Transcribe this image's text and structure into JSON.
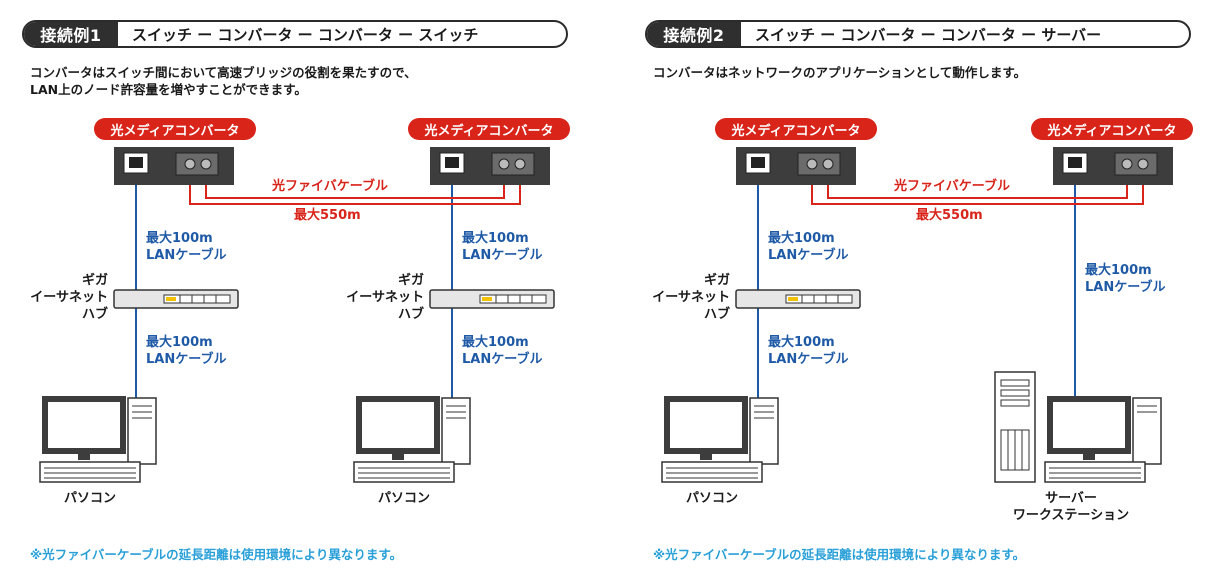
{
  "examples": [
    {
      "header_label": "接続例1",
      "header_title": "スイッチ ー コンバータ ー コンバータ ー スイッチ",
      "description": [
        "コンバータはスイッチ間において高速ブリッジの役割を果たすので、",
        "LAN上のノード許容量を増やすことができます。"
      ],
      "converter_left": "光メディアコンバータ",
      "converter_right": "光メディアコンバータ",
      "fiber_label": "光ファイバケーブル",
      "fiber_distance": "最大550m",
      "lan_left_upper": [
        "最大100m",
        "LANケーブル"
      ],
      "lan_left_lower": [
        "最大100m",
        "LANケーブル"
      ],
      "lan_right_upper": [
        "最大100m",
        "LANケーブル"
      ],
      "lan_right_lower": [
        "最大100m",
        "LANケーブル"
      ],
      "hub_left": [
        "ギガ",
        "イーサネット",
        "ハブ"
      ],
      "hub_right": [
        "ギガ",
        "イーサネット",
        "ハブ"
      ],
      "pc_left": "パソコン",
      "pc_right": "パソコン",
      "note": "※光ファイバーケーブルの延長距離は使用環境により異なります。"
    },
    {
      "header_label": "接続例2",
      "header_title": "スイッチ ー コンバータ ー コンバータ ー サーバー",
      "description": [
        "コンバータはネットワークのアプリケーションとして動作します。"
      ],
      "converter_left": "光メディアコンバータ",
      "converter_right": "光メディアコンバータ",
      "fiber_label": "光ファイバケーブル",
      "fiber_distance": "最大550m",
      "lan_left_upper": [
        "最大100m",
        "LANケーブル"
      ],
      "lan_left_lower": [
        "最大100m",
        "LANケーブル"
      ],
      "lan_right": [
        "最大100m",
        "LANケーブル"
      ],
      "hub_left": [
        "ギガ",
        "イーサネット",
        "ハブ"
      ],
      "pc_left": "パソコン",
      "server": [
        "サーバー",
        "ワークステーション"
      ],
      "note": "※光ファイバーケーブルの延長距離は使用環境により異なります。"
    }
  ],
  "colors": {
    "fiber": "#d9241a",
    "lan": "#1f5aa6",
    "note": "#2aa0d8",
    "header_dark": "#2f2f2f"
  }
}
